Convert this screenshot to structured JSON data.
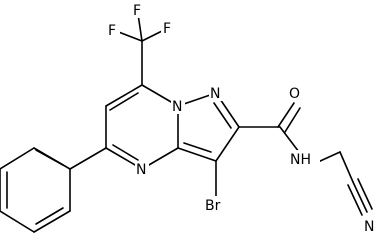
{
  "molecule": {
    "atoms": {
      "f1": "F",
      "f2": "F",
      "f3": "F",
      "n_ring1": "N",
      "n_ring2": "N",
      "n_ring3": "N",
      "o": "O",
      "nh": "NH",
      "br": "Br",
      "n_nitrile": "N"
    }
  }
}
